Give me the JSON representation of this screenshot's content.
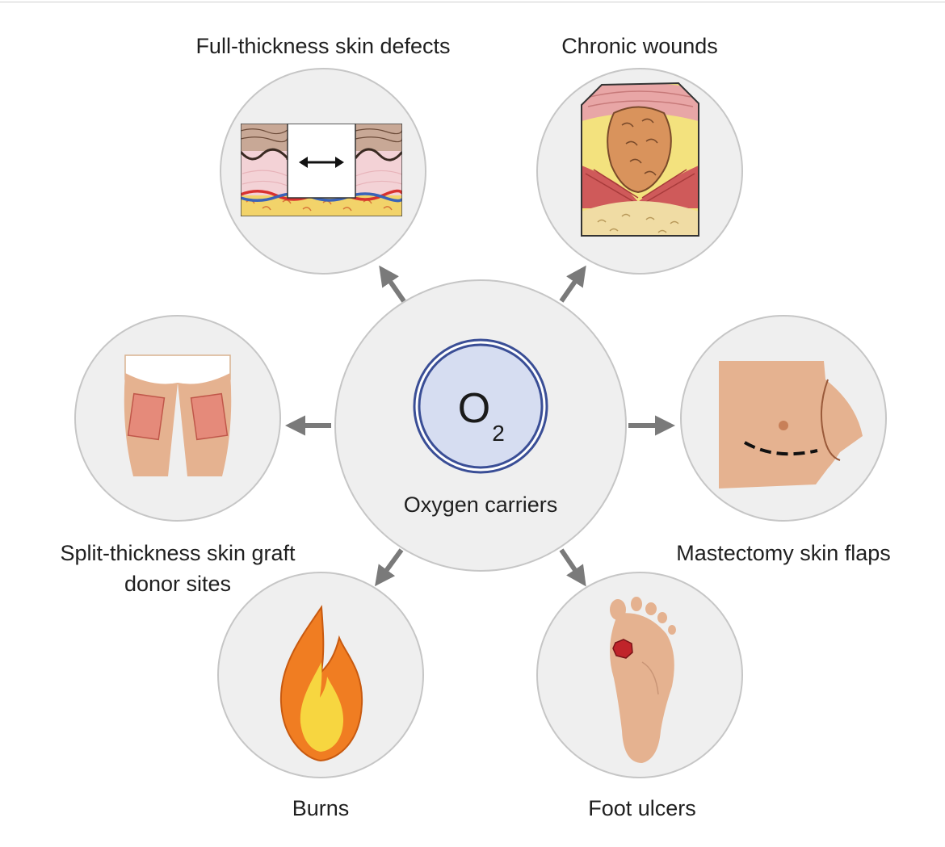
{
  "center": {
    "symbol": "O",
    "subscript": "2",
    "label": "Oxygen carriers"
  },
  "applications": {
    "full_thickness": "Full-thickness skin defects",
    "chronic_wounds": "Chronic wounds",
    "split_thickness_line1": "Split-thickness skin graft",
    "split_thickness_line2": "donor sites",
    "mastectomy": "Mastectomy skin flaps",
    "burns": "Burns",
    "foot_ulcers": "Foot ulcers"
  },
  "colors": {
    "circle_fill": "#efefef",
    "circle_stroke": "#c6c6c6",
    "arrow": "#7a7a7a",
    "o2_ring": "#3a4e96",
    "o2_fill": "#d6ddf1",
    "skin": "#e5b290"
  }
}
